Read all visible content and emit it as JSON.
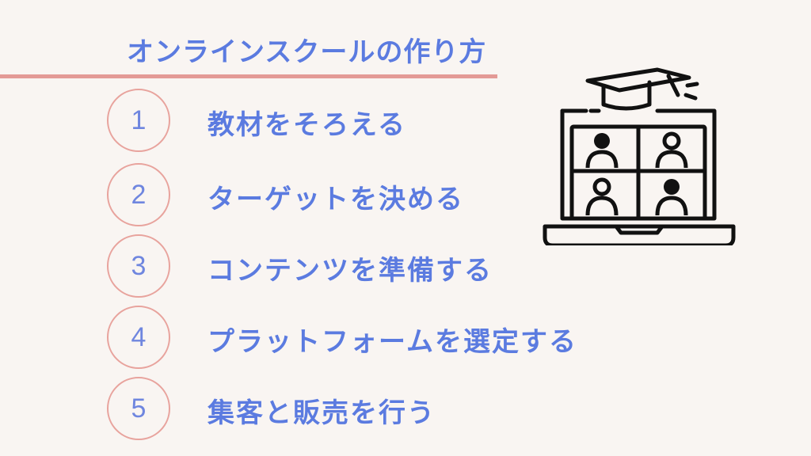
{
  "title": "オンラインスクールの作り方",
  "steps": [
    {
      "number": "1",
      "label": "教材をそろえる"
    },
    {
      "number": "2",
      "label": "ターゲットを決める"
    },
    {
      "number": "3",
      "label": "コンテンツを準備する"
    },
    {
      "number": "4",
      "label": "プラットフォームを選定する"
    },
    {
      "number": "5",
      "label": "集客と販売を行う"
    }
  ],
  "colors": {
    "background": "#f9f5f2",
    "text_blue": "#5b7be0",
    "accent_pink": "#e39a96",
    "icon_black": "#111111"
  },
  "icons": {
    "illustration": "online-class-laptop-icon"
  }
}
